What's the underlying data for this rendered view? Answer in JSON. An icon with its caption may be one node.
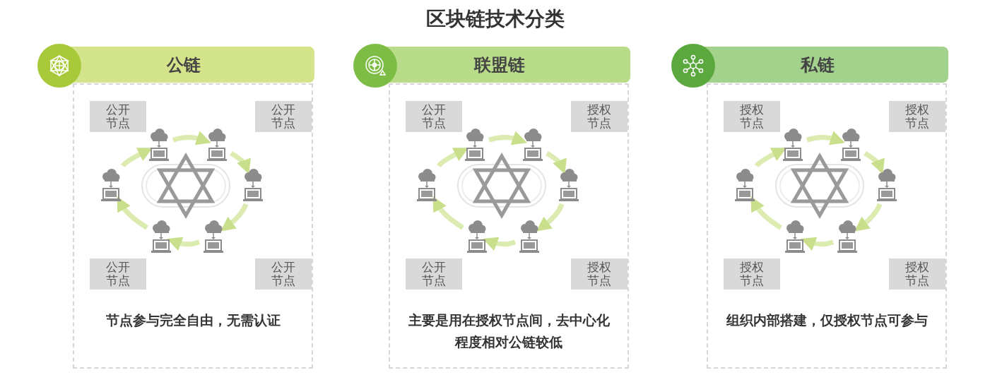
{
  "diagram": {
    "title": "区块链技术分类",
    "nodes": [
      {
        "text": [
          "公链",
          "节点参与完全自由，无需认证"
        ]
      },
      {
        "text": [
          "公开节点"
        ],
        "in": 0
      },
      {
        "text": [
          "公开节点"
        ],
        "in": 0
      },
      {
        "text": [
          "公开节点"
        ],
        "in": 0
      },
      {
        "text": [
          "公开节点"
        ],
        "in": 0
      },
      {
        "text": [],
        "shape": "computer",
        "in": 0
      },
      {
        "text": [],
        "shape": "computer",
        "in": 0
      },
      {
        "text": [],
        "shape": "computer",
        "in": 0
      },
      {
        "text": [],
        "shape": "computer",
        "in": 0
      },
      {
        "text": [],
        "shape": "computer",
        "in": 0
      },
      {
        "text": [],
        "shape": "computer",
        "in": 0
      },
      {
        "text": [
          "联盟链",
          "主要是用在授权节点间，去中心化程度相对公链较低"
        ]
      },
      {
        "text": [
          "公开节点"
        ],
        "in": 11
      },
      {
        "text": [
          "授权节点"
        ],
        "in": 11
      },
      {
        "text": [
          "公开节点"
        ],
        "in": 11
      },
      {
        "text": [
          "授权节点"
        ],
        "in": 11
      },
      {
        "text": [],
        "shape": "computer",
        "in": 11
      },
      {
        "text": [],
        "shape": "computer",
        "in": 11
      },
      {
        "text": [],
        "shape": "computer",
        "in": 11
      },
      {
        "text": [],
        "shape": "computer",
        "in": 11
      },
      {
        "text": [],
        "shape": "computer",
        "in": 11
      },
      {
        "text": [],
        "shape": "computer",
        "in": 11
      },
      {
        "text": [
          "私链",
          "组织内部搭建，仅授权节点可参与"
        ]
      },
      {
        "text": [
          "授权节点"
        ],
        "in": 22
      },
      {
        "text": [
          "授权节点"
        ],
        "in": 22
      },
      {
        "text": [
          "授权节点"
        ],
        "in": 22
      },
      {
        "text": [
          "授权节点"
        ],
        "in": 22
      },
      {
        "text": [],
        "shape": "computer",
        "in": 22
      },
      {
        "text": [],
        "shape": "computer",
        "in": 22
      },
      {
        "text": [],
        "shape": "computer",
        "in": 22
      },
      {
        "text": [],
        "shape": "computer",
        "in": 22
      },
      {
        "text": [],
        "shape": "computer",
        "in": 22
      },
      {
        "text": [],
        "shape": "computer",
        "in": 22
      }
    ],
    "edges": [
      {
        "from": 5,
        "to": 6,
        "arrow": "to"
      },
      {
        "from": 6,
        "to": 7,
        "arrow": "to"
      },
      {
        "from": 7,
        "to": 8,
        "arrow": "to"
      },
      {
        "from": 8,
        "to": 9,
        "arrow": "to"
      },
      {
        "from": 9,
        "to": 10,
        "arrow": "to"
      },
      {
        "from": 10,
        "to": 5,
        "arrow": "to"
      },
      {
        "from": 16,
        "to": 17,
        "arrow": "to"
      },
      {
        "from": 17,
        "to": 18,
        "arrow": "to"
      },
      {
        "from": 18,
        "to": 19,
        "arrow": "to"
      },
      {
        "from": 19,
        "to": 20,
        "arrow": "to"
      },
      {
        "from": 20,
        "to": 21,
        "arrow": "to"
      },
      {
        "from": 21,
        "to": 16,
        "arrow": "to"
      },
      {
        "from": 27,
        "to": 28,
        "arrow": "to"
      },
      {
        "from": 28,
        "to": 29,
        "arrow": "to"
      },
      {
        "from": 29,
        "to": 30,
        "arrow": "to"
      },
      {
        "from": 30,
        "to": 31,
        "arrow": "to"
      },
      {
        "from": 31,
        "to": 32,
        "arrow": "to"
      },
      {
        "from": 32,
        "to": 27,
        "arrow": "to"
      }
    ]
  }
}
